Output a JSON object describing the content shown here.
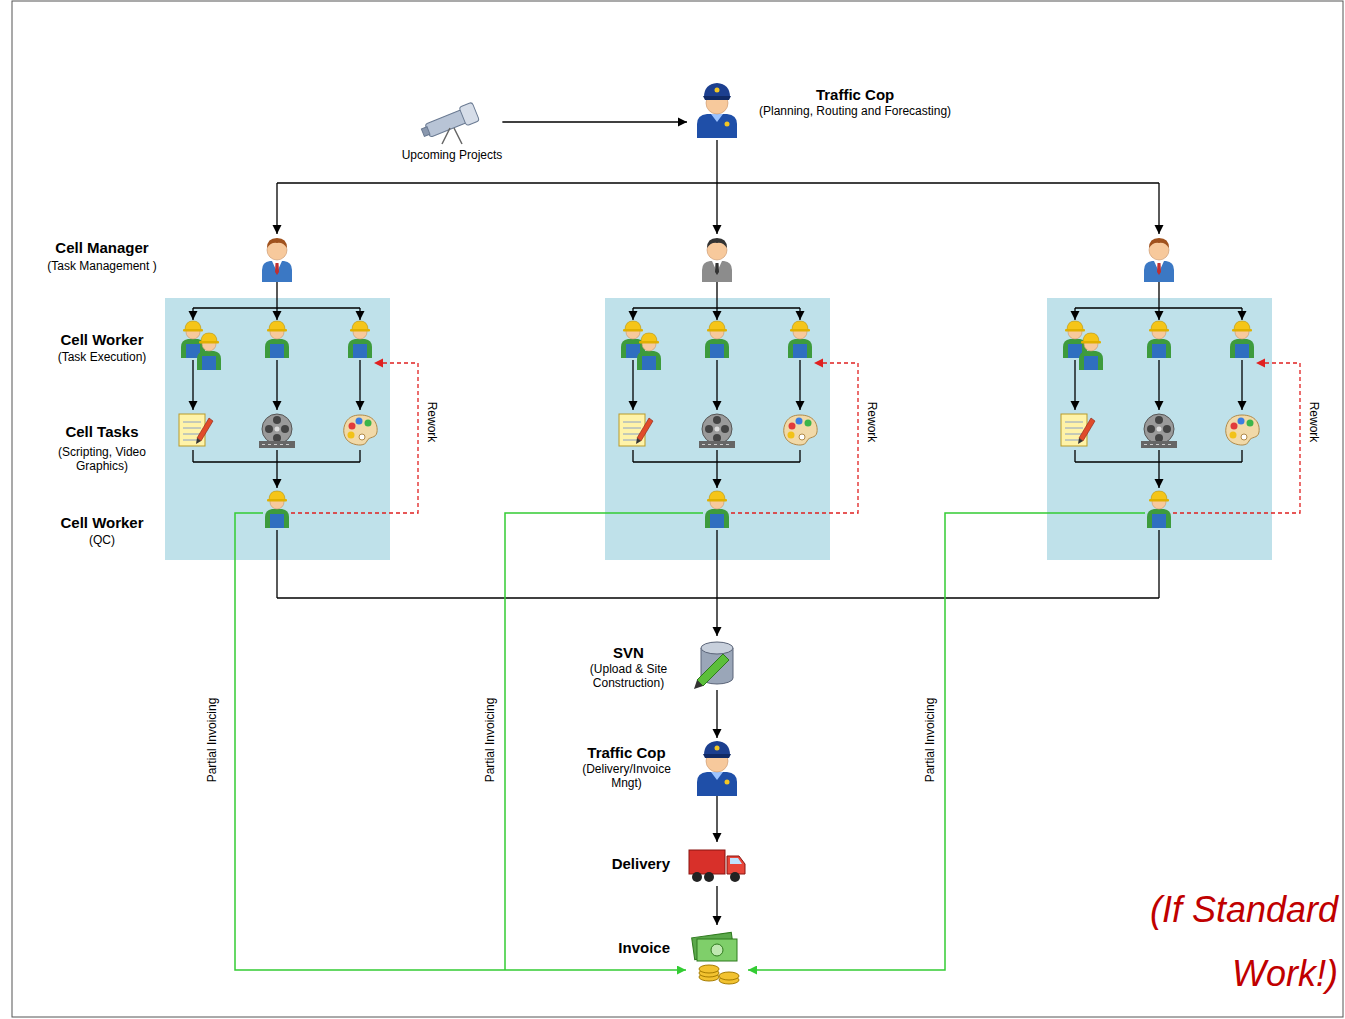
{
  "diagram": {
    "nodes": [
      {
        "text": [
          "Upcoming Projects"
        ]
      },
      {
        "text": [
          "Traffic Cop",
          "(Planning, Routing and Forecasting)"
        ]
      },
      {
        "text": [
          "SVN",
          "(Upload & Site Construction)"
        ]
      },
      {
        "text": [
          "Traffic Cop",
          "(Delivery/Invoice Mngt)"
        ]
      },
      {
        "text": [
          "Delivery"
        ]
      },
      {
        "text": [
          "Invoice"
        ]
      }
    ],
    "edges": [
      {
        "from": 0,
        "to": 1,
        "arrow": "to"
      },
      {
        "from": 2,
        "to": 3,
        "arrow": "to"
      },
      {
        "from": 3,
        "to": 4,
        "arrow": "to"
      },
      {
        "from": 4,
        "to": 5,
        "arrow": "to"
      }
    ],
    "labels": [
      "Cell Manager",
      "(Task Management )",
      "Cell Worker",
      "(Task Execution)",
      "Cell Tasks",
      "(Scripting, Video Graphics)",
      "Cell Worker",
      "(QC)",
      "Rework",
      "Rework",
      "Rework",
      "Partial Invoicing",
      "Partial Invoicing",
      "Partial Invoicing",
      "(If Standard Work!)"
    ]
  }
}
